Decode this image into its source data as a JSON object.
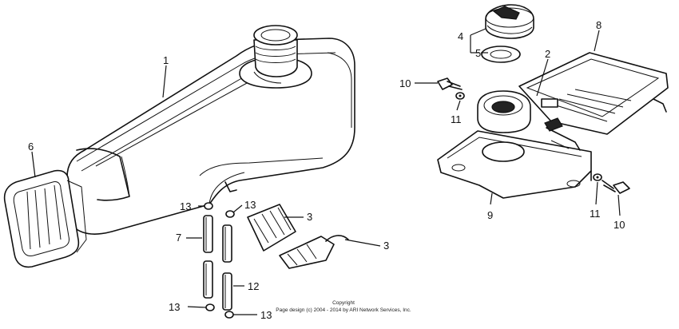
{
  "callouts": [
    "1",
    "2",
    "3",
    "3",
    "4",
    "5",
    "6",
    "7",
    "8",
    "9",
    "10",
    "10",
    "11",
    "11",
    "12",
    "13",
    "13",
    "13",
    "13"
  ],
  "copyright": {
    "line1": "Copyright",
    "line2": "Page design (c) 2004 - 2014 by ARI Network Services, Inc."
  }
}
